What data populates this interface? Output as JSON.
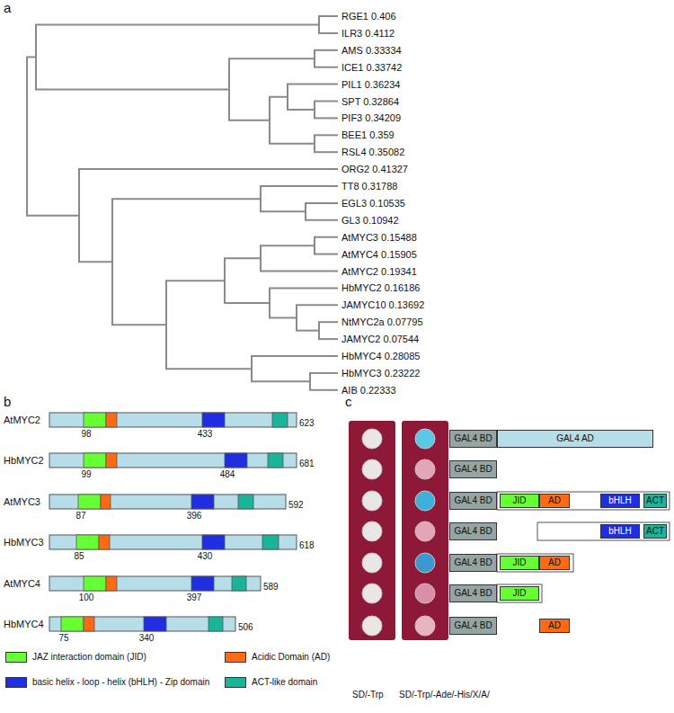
{
  "diagram": {
    "nodes": [
      {
        "text": [
          "GAL4 BD"
        ]
      },
      {
        "text": [
          "GAL4 AD"
        ]
      },
      {
        "text": [
          "GAL4 BD"
        ]
      },
      {
        "text": [
          "GAL4 BD"
        ]
      },
      {
        "text": [
          "JID"
        ]
      },
      {
        "text": [
          "AD"
        ]
      },
      {
        "text": [
          "bHLH"
        ]
      },
      {
        "text": [
          "ACT"
        ]
      },
      {
        "text": [
          "GAL4 BD"
        ]
      },
      {
        "text": [
          "bHLH"
        ]
      },
      {
        "text": [
          "ACT"
        ]
      },
      {
        "text": [
          "GAL4 BD"
        ]
      },
      {
        "text": [
          "JID"
        ]
      },
      {
        "text": [
          "AD"
        ]
      },
      {
        "text": [
          "GAL4 BD"
        ]
      },
      {
        "text": [
          "JID"
        ]
      },
      {
        "text": [
          "GAL4 BD"
        ]
      },
      {
        "text": [
          "AD"
        ]
      }
    ],
    "labels": [
      "a",
      "RGE1 0.406",
      "ILR3 0.4112",
      "AMS 0.33334",
      "ICE1 0.33742",
      "PIL1 0.36234",
      "SPT 0.32864",
      "PIF3 0.34209",
      "BEE1 0.359",
      "RSL4 0.35082",
      "ORG2 0.41327",
      "TT8 0.31788",
      "EGL3 0.10535",
      "GL3 0.10942",
      "AtMYC3 0.15488",
      "AtMYC4 0.15905",
      "AtMYC2 0.19341",
      "HbMYC2 0.16186",
      "JAMYC10 0.13692",
      "NtMYC2a 0.07795",
      "JAMYC2 0.07544",
      "HbMYC4 0.28085",
      "HbMYC3 0.23222",
      "AIB 0.22333",
      "b",
      "AtMYC2",
      "98",
      "433",
      "623",
      "HbMYC2",
      "99",
      "484",
      "681",
      "AtMYC3",
      "87",
      "396",
      "592",
      "HbMYC3",
      "85",
      "430",
      "618",
      "AtMYC4",
      "100",
      "397",
      "589",
      "HbMYC4",
      "75",
      "340",
      "506",
      "c",
      "SD/-Trp",
      "SD/-Trp/-Ade/-His/X/A/"
    ],
    "legend": [
      {
        "text": "JAZ interaction domain (JID)",
        "color": "#66ff33"
      },
      {
        "text": "Acidic Domain (AD)",
        "color": "#ff6a13"
      },
      {
        "text": "basic helix - loop - helix (bHLH) - Zip domain",
        "color": "#1f2ee0"
      },
      {
        "text": "ACT-like domain",
        "color": "#19b49a"
      }
    ]
  }
}
